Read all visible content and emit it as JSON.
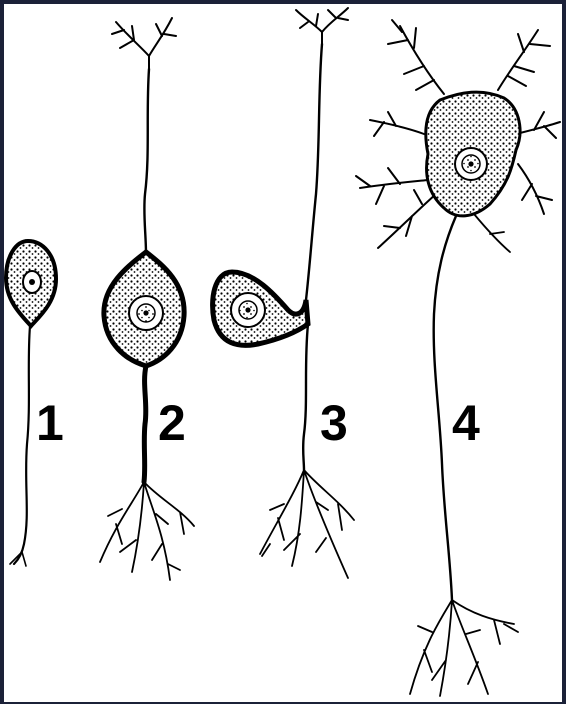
{
  "labels": [
    "1",
    "2",
    "3",
    "4"
  ],
  "colors": {
    "background": "#1b2138",
    "paper": "#ffffff",
    "ink": "#000000"
  },
  "neurons": [
    {
      "label": "1",
      "type": "unipolar"
    },
    {
      "label": "2",
      "type": "bipolar"
    },
    {
      "label": "3",
      "type": "pseudo-unipolar"
    },
    {
      "label": "4",
      "type": "multipolar"
    }
  ]
}
